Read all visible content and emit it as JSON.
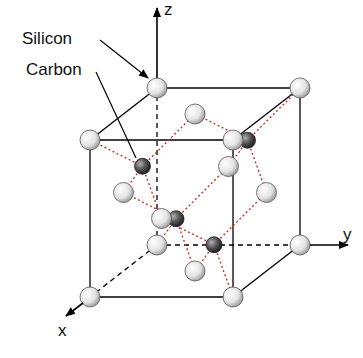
{
  "diagram": {
    "labels": [
      "Silicon",
      "Carbon",
      "z",
      "y",
      "x"
    ]
  }
}
